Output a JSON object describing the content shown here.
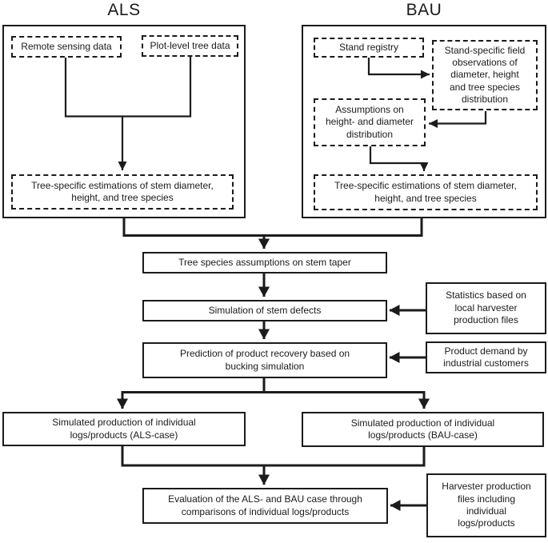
{
  "titles": {
    "als": "ALS",
    "bau": "BAU"
  },
  "als_panel": {
    "remote_sensing": "Remote sensing data",
    "plot_level": "Plot-level tree data",
    "tree_specific": "Tree-specific estimations of stem diameter,\nheight, and tree species"
  },
  "bau_panel": {
    "stand_registry": "Stand registry",
    "field_observations": "Stand-specific field\nobservations of\ndiameter, height\nand tree species\ndistribution",
    "assumptions": "Assumptions on\nheight- and diameter\ndistribution",
    "tree_specific": "Tree-specific estimations of stem diameter,\nheight, and tree species"
  },
  "pipeline": {
    "stem_taper": "Tree species assumptions on stem taper",
    "stem_defects": "Simulation of stem defects",
    "product_recovery": "Prediction of product recovery based on\nbucking simulation",
    "als_case": "Simulated production of individual\nlogs/products  (ALS-case)",
    "bau_case": "Simulated production of individual\nlogs/products (BAU-case)",
    "evaluation": "Evaluation of the ALS- and BAU case through\ncomparisons of individual logs/products"
  },
  "side_inputs": {
    "statistics": "Statistics based on\nlocal harvester\nproduction files",
    "product_demand": "Product demand by\nindustrial customers",
    "harvester_files": "Harvester production\nfiles including\nindividual\nlogs/products"
  },
  "colors": {
    "stroke": "#1b1b1b",
    "background": "#ffffff",
    "text": "#1b1b1b"
  }
}
